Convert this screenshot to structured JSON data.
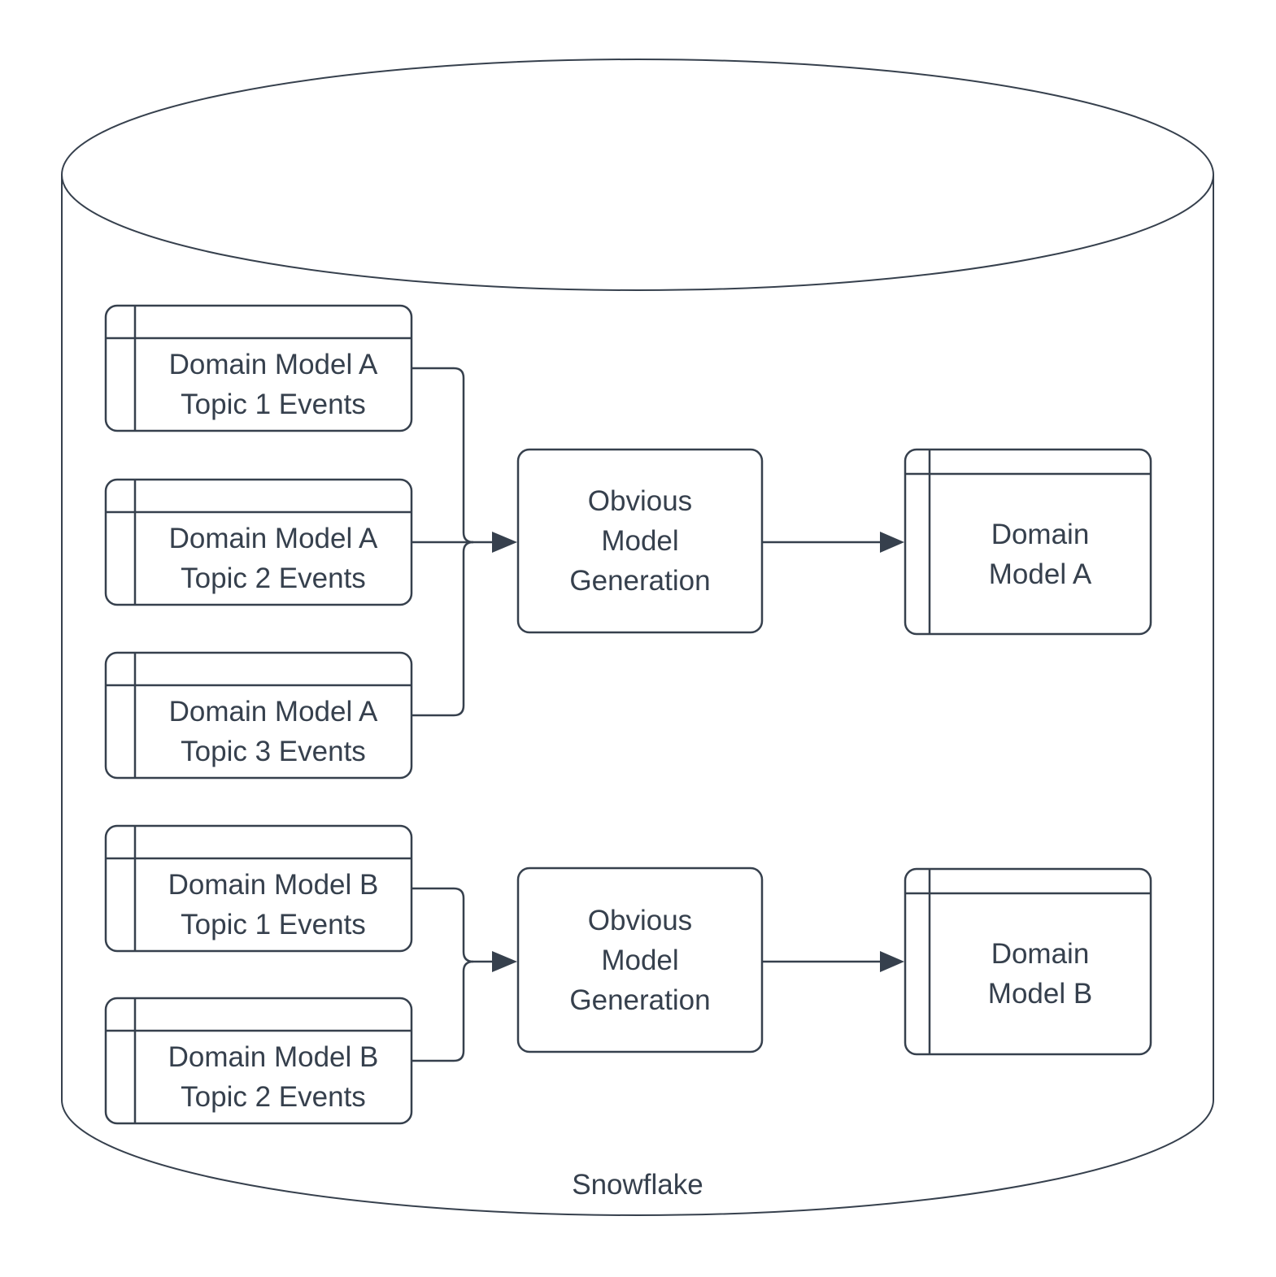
{
  "colors": {
    "ink": "#36404D",
    "background": "#FFFFFF"
  },
  "diagram": {
    "container_label": "Snowflake",
    "groups": [
      {
        "sources": [
          "Domain Model A\nTopic 1 Events",
          "Domain Model A\nTopic 2 Events",
          "Domain Model A\nTopic 3 Events"
        ],
        "process": "Obvious\nModel\nGeneration",
        "output": "Domain\nModel A"
      },
      {
        "sources": [
          "Domain Model B\nTopic 1 Events",
          "Domain Model B\nTopic 2 Events"
        ],
        "process": "Obvious\nModel\nGeneration",
        "output": "Domain\nModel B"
      }
    ]
  }
}
